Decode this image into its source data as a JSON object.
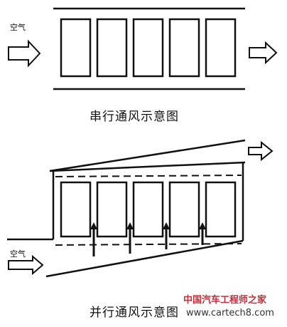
{
  "diagram": {
    "series": {
      "air_label": "空气",
      "caption": "串行通风示意图"
    },
    "parallel": {
      "air_label": "空气",
      "caption": "并行通风示意图"
    }
  },
  "watermark": {
    "text": "中国汽车工程师之家",
    "url": "www.cartech8.com"
  }
}
